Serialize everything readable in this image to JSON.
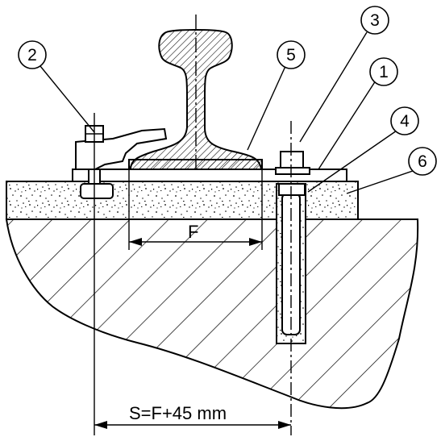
{
  "callouts": [
    {
      "id": "1",
      "text": "1"
    },
    {
      "id": "2",
      "text": "2"
    },
    {
      "id": "3",
      "text": "3"
    },
    {
      "id": "4",
      "text": "4"
    },
    {
      "id": "5",
      "text": "5"
    },
    {
      "id": "6",
      "text": "6"
    }
  ],
  "dimensions": {
    "f_label": "F",
    "s_label": "S=F+45 mm"
  },
  "colors": {
    "stroke": "#000000",
    "background": "#ffffff"
  }
}
